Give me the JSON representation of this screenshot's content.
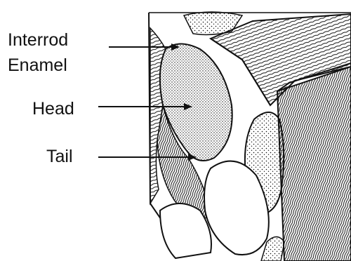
{
  "labels": {
    "interrod_line1": "Interrod",
    "interrod_line2": "Enamel",
    "head": "Head",
    "tail": "Tail"
  },
  "colors": {
    "ink": "#111111",
    "background": "#ffffff"
  }
}
